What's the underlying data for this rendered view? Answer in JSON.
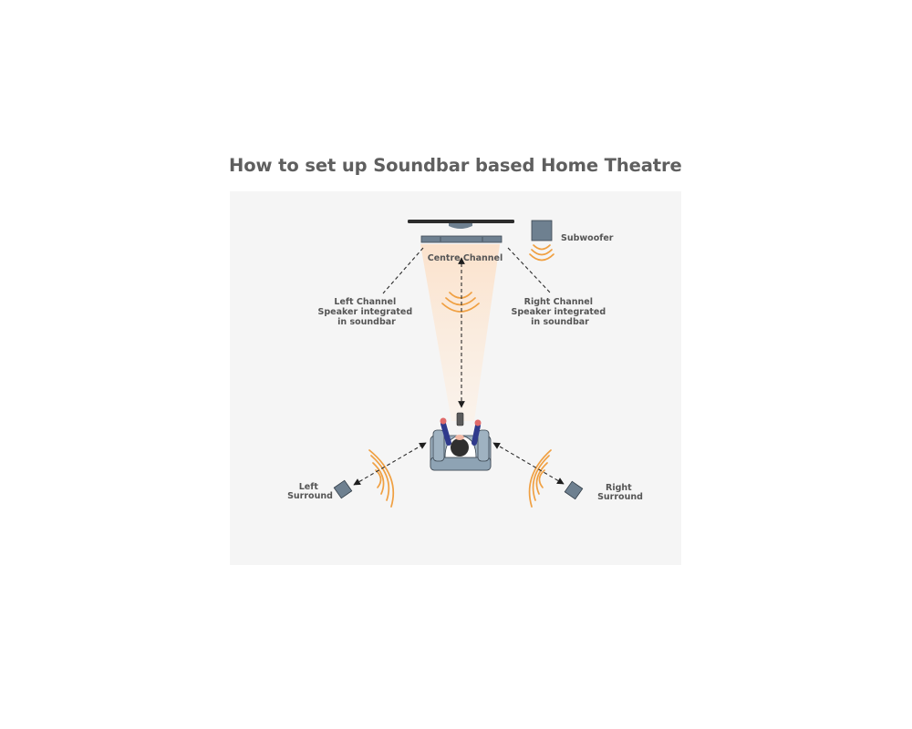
{
  "title": "How to set up Soundbar based Home Theatre",
  "labels": {
    "subwoofer": "Subwoofer",
    "centre_channel": "Centre Channel",
    "left_channel": [
      "Left Channel",
      "Speaker integrated",
      "in soundbar"
    ],
    "right_channel": [
      "Right Channel",
      "Speaker integrated",
      "in soundbar"
    ],
    "left_surround": [
      "Left",
      "Surround"
    ],
    "right_surround": [
      "Right",
      "Surround"
    ]
  },
  "colors": {
    "panel_background": "#f5f5f5",
    "title_text": "#5f5f5f",
    "label_text": "#555555",
    "speaker_fill": "#6e8090",
    "sound_wave": "#f0a042",
    "sound_cone": "#fbe6d2",
    "armchair": "#9fb2c1",
    "dashed_line": "#2b2b2b"
  },
  "icons": [
    "tv-icon",
    "soundbar-icon",
    "subwoofer-icon",
    "surround-speaker-icon",
    "sound-wave-icon",
    "person-in-armchair-icon",
    "remote-icon"
  ]
}
